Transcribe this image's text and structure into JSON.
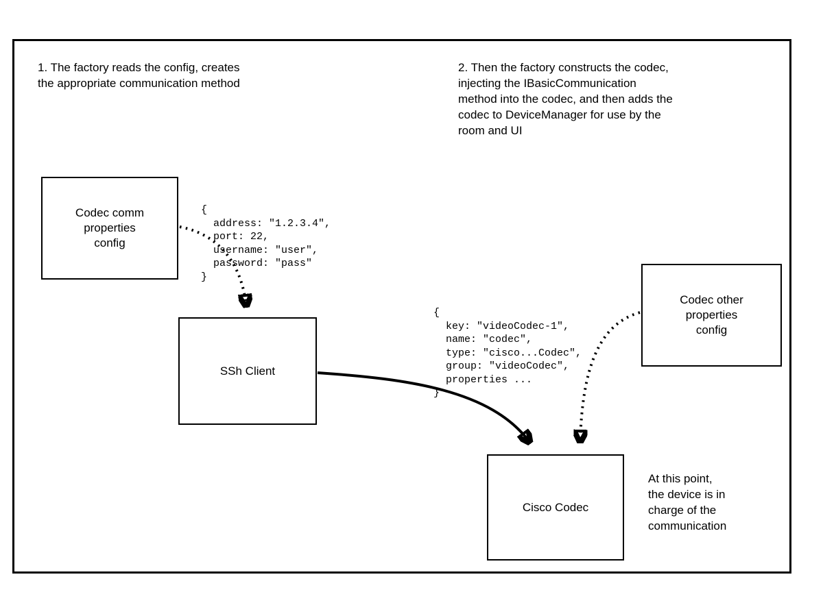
{
  "colors": {
    "line": "#000000",
    "background": "#ffffff",
    "text": "#000000"
  },
  "notes": {
    "step1": "1. The factory reads the config, creates\nthe appropriate communication method",
    "step2": "2. Then the factory constructs the codec,\ninjecting the IBasicCommunication\nmethod into the codec, and then adds the\ncodec to DeviceManager for use by the\nroom and UI",
    "endpoint": "At this point,\nthe device is in\ncharge of the\ncommunication"
  },
  "boxes": {
    "codec_comm_config": "Codec comm\nproperties\nconfig",
    "ssh_client": "SSh Client",
    "codec_other_config": "Codec other\nproperties\nconfig",
    "cisco_codec": "Cisco Codec"
  },
  "code_snippets": {
    "comm_properties": "{\n  address: \"1.2.3.4\",\n  port: 22,\n  username: \"user\",\n  password: \"pass\"\n}",
    "codec_properties": "{\n  key: \"videoCodec-1\",\n  name: \"codec\",\n  type: \"cisco...Codec\",\n  group: \"videoCodec\",\n  properties ...\n}"
  },
  "arrows": [
    {
      "name": "config-to-ssh-client",
      "style": "dotted"
    },
    {
      "name": "ssh-client-to-cisco-codec",
      "style": "solid"
    },
    {
      "name": "other-config-to-cisco-codec",
      "style": "dotted"
    }
  ]
}
